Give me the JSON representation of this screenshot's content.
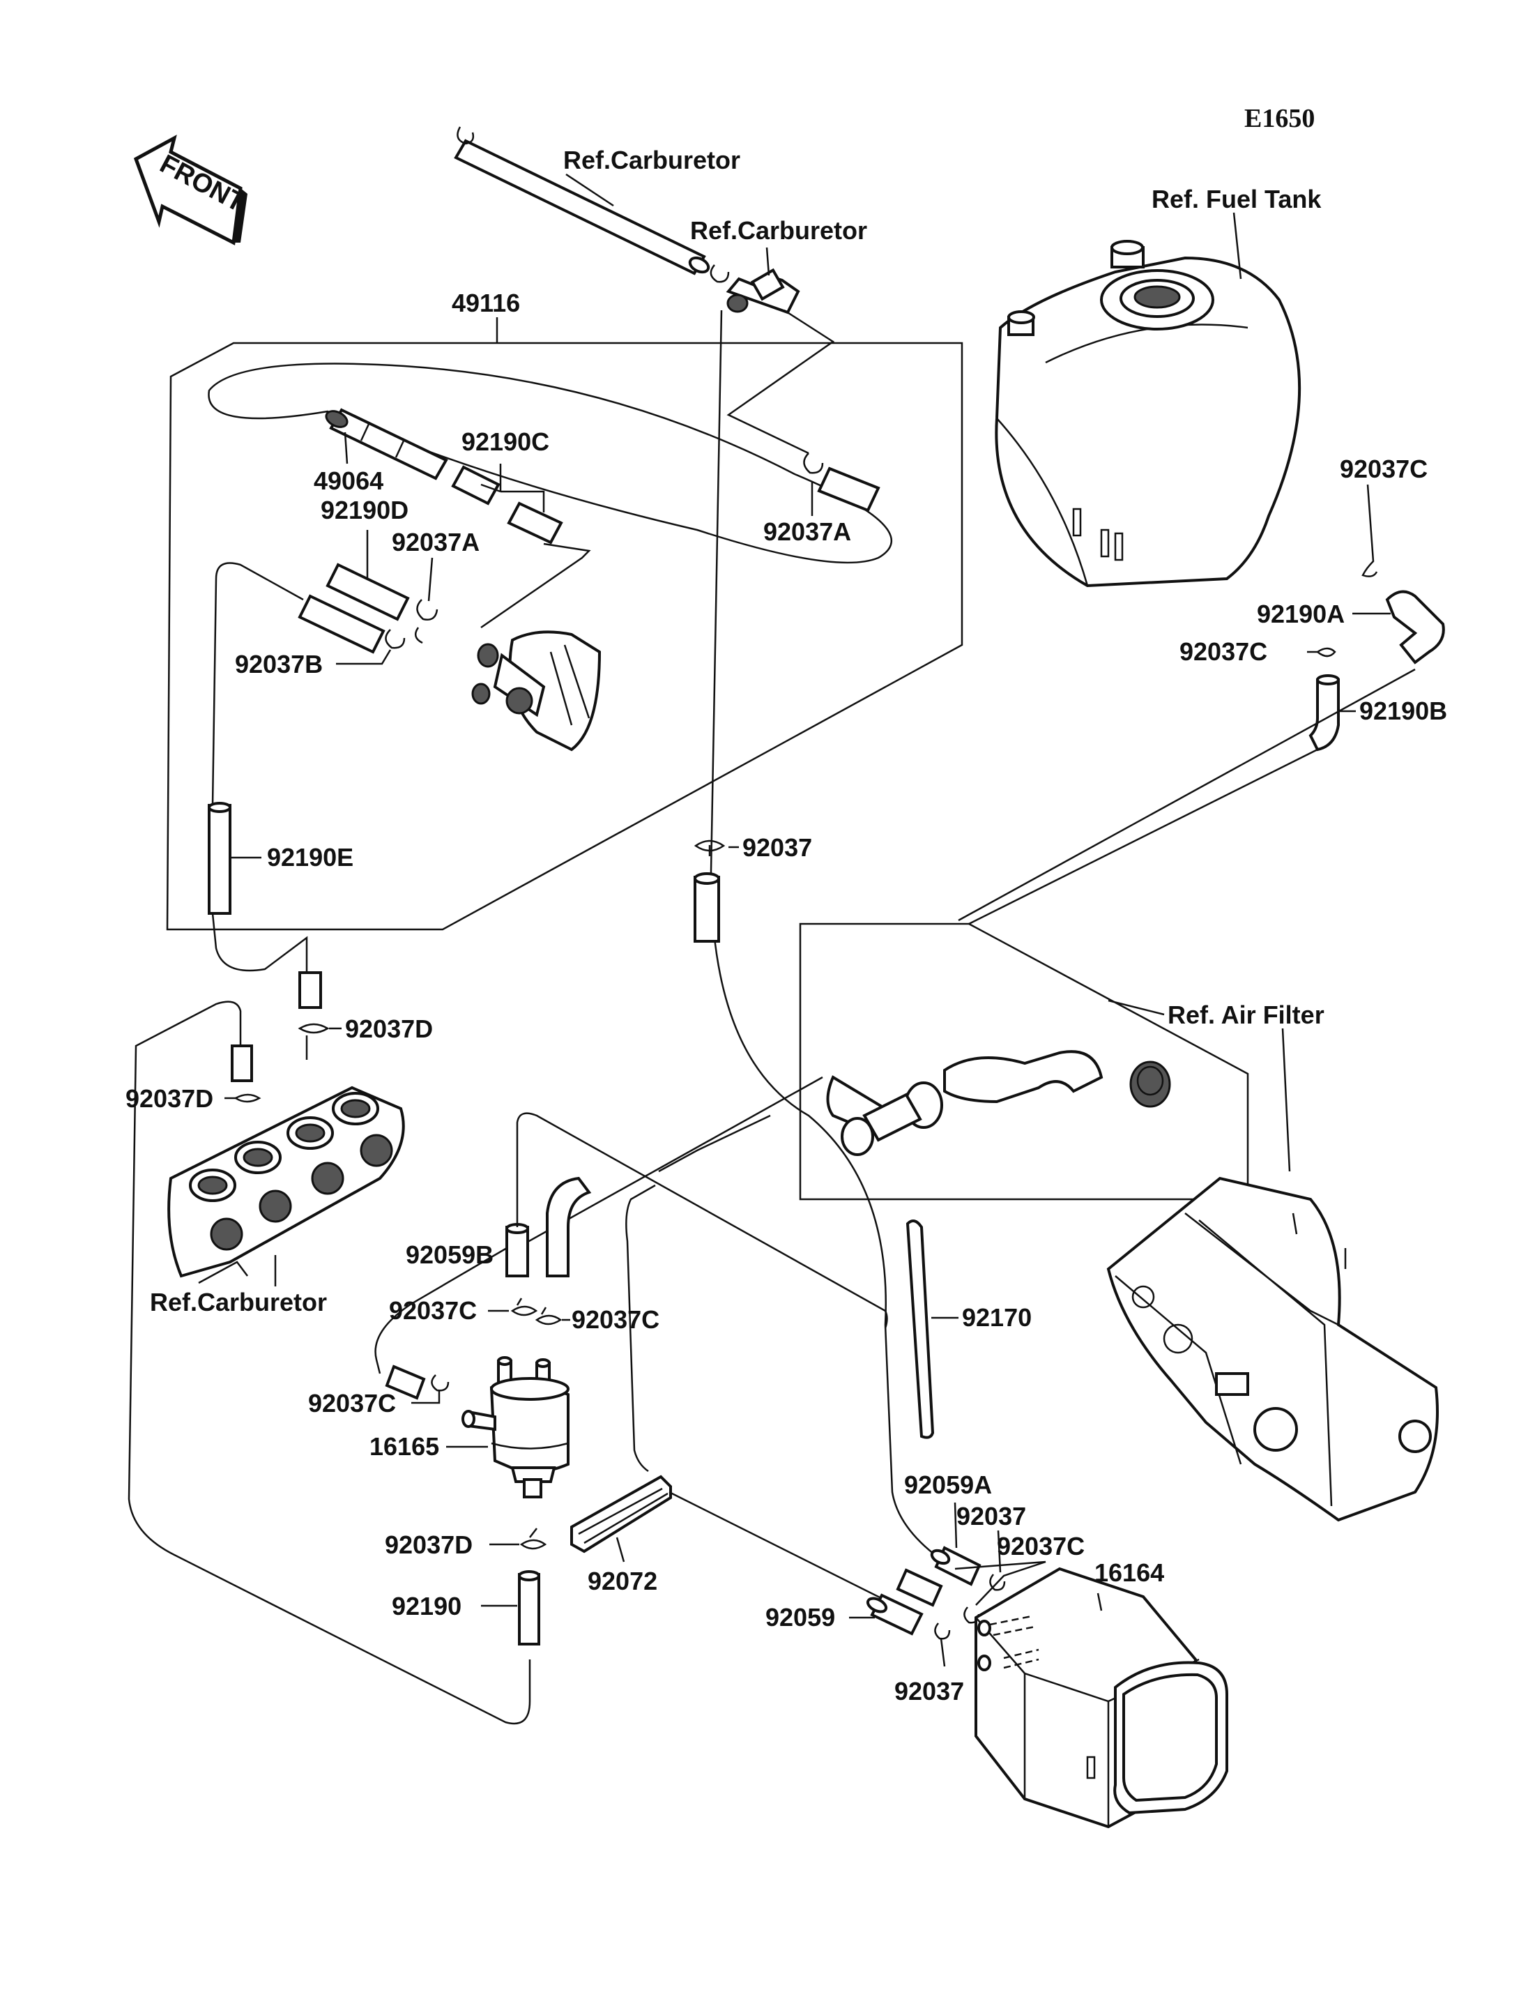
{
  "diagram_code": "E1650",
  "front_label": "FRONT",
  "labels": {
    "ref_carb_top": "Ref.Carburetor",
    "ref_carb_mid": "Ref.Carburetor",
    "ref_carb_bottom": "Ref.Carburetor",
    "ref_fuel_tank": "Ref. Fuel Tank",
    "ref_air_filter": "Ref. Air Filter",
    "p49116": "49116",
    "p49064": "49064",
    "p92190C": "92190C",
    "p92190D": "92190D",
    "p92037A_left": "92037A",
    "p92037A_right": "92037A",
    "p92037B": "92037B",
    "p92190E": "92190E",
    "p92037_mid": "92037",
    "p92037C_tank": "92037C",
    "p92190A": "92190A",
    "p92037C_tank2": "92037C",
    "p92190B": "92190B",
    "p92037D_top": "92037D",
    "p92037D_left": "92037D",
    "p92059B": "92059B",
    "p92037C_a": "92037C",
    "p92037C_b": "92037C",
    "p92037C_c": "92037C",
    "p16165": "16165",
    "p92037D_low": "92037D",
    "p92190": "92190",
    "p92072": "92072",
    "p92170": "92170",
    "p92059A": "92059A",
    "p92037_low1": "92037",
    "p92037C_low": "92037C",
    "p16164": "16164",
    "p92059": "92059",
    "p92037_low2": "92037"
  }
}
